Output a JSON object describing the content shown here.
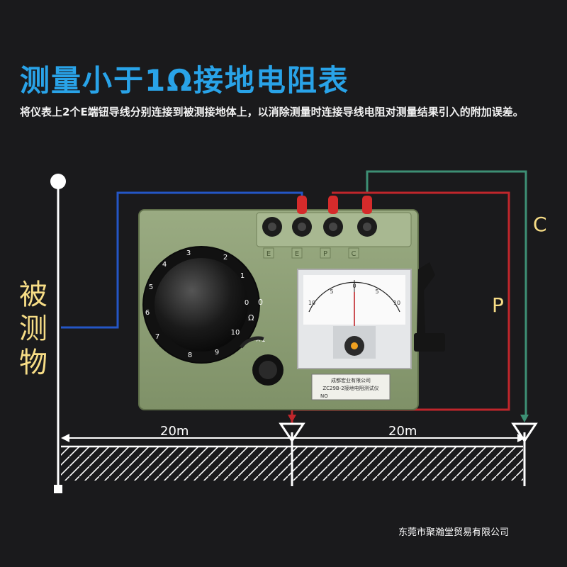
{
  "title": "测量小于1Ω接地电阻表",
  "description": "将仪表上2个E端钮导线分别连接到被测接地体上，以消除测量时连接导线电阻对测量结果引入的附加误差。",
  "object_label": "被测物",
  "labels": {
    "c": "C",
    "p": "P"
  },
  "distances": [
    "20m",
    "20m"
  ],
  "company": "东莞市聚瀚堂贸易有限公司",
  "device": {
    "terminals": [
      "E",
      "E",
      "P",
      "C"
    ],
    "dial_numbers": [
      "3",
      "4",
      "5",
      "6",
      "7",
      "8",
      "9",
      "10",
      "0",
      "1",
      "2"
    ],
    "range_labels": [
      "0",
      "Ω",
      "×1"
    ],
    "meter_scale": [
      "10",
      "5",
      "0",
      "5",
      "10"
    ],
    "nameplate_company": "成都宏业有限公司",
    "model": "ZC29B-2接地电阻测试仪",
    "serial_label": "NO"
  },
  "colors": {
    "title": "#29a3e8",
    "wire_blue": "#2456c6",
    "wire_red": "#c0262b",
    "wire_green": "#3d8f74",
    "label": "#f7dd86",
    "device": "#8e9f76"
  }
}
